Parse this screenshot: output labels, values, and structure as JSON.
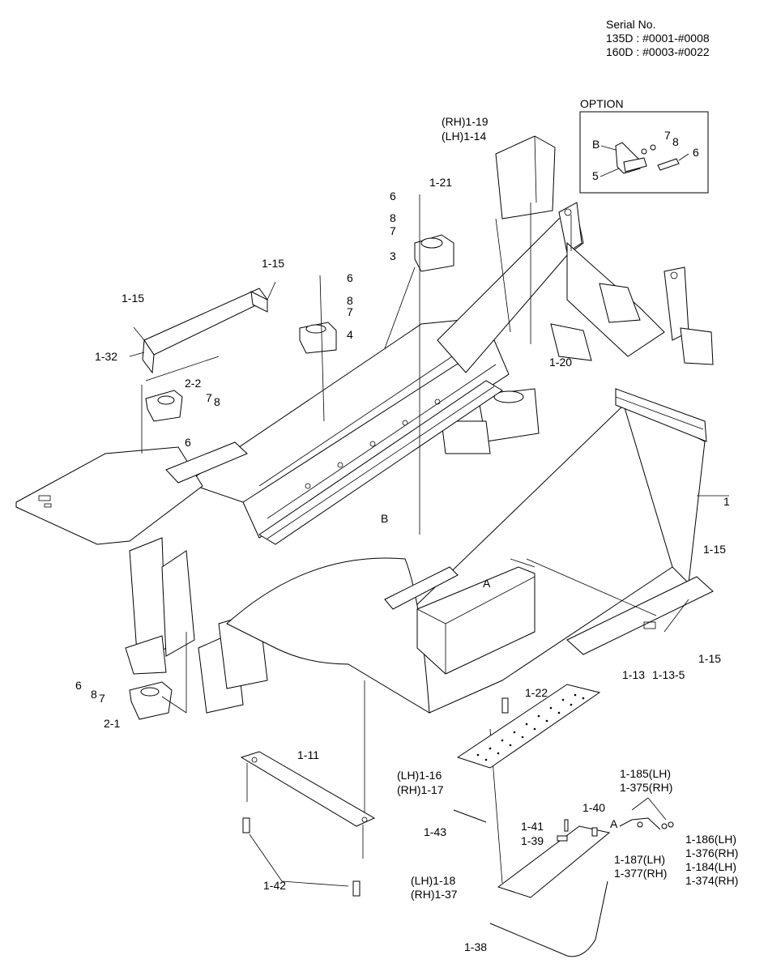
{
  "serial": {
    "heading": "Serial No.",
    "lines": [
      "135D : #0001-#0008",
      "160D : #0003-#0022"
    ]
  },
  "option": {
    "title": "OPTION",
    "labels": [
      "B",
      "7",
      "8",
      "6",
      "5"
    ]
  },
  "callouts": [
    "(RH)1-19",
    "(LH)1-14",
    "1-21",
    "6",
    "8",
    "7",
    "3",
    "1-15",
    "1-15",
    "6",
    "8",
    "7",
    "4",
    "1-32",
    "2-2",
    "7",
    "8",
    "6",
    "1-20",
    "B",
    "1",
    "A",
    "1-15",
    "1-15",
    "1-13",
    "1-13-5",
    "6",
    "8",
    "7",
    "2-1",
    "1-22",
    "1-11",
    "(LH)1-16",
    "(RH)1-17",
    "1-43",
    "1-185(LH)",
    "1-375(RH)",
    "1-40",
    "1-41",
    "1-39",
    "A",
    "1-186(LH)",
    "1-376(RH)",
    "1-187(LH)",
    "1-377(RH)",
    "1-184(LH)",
    "1-374(RH)",
    "1-42",
    "(LH)1-18",
    "(RH)1-37",
    "1-38"
  ]
}
